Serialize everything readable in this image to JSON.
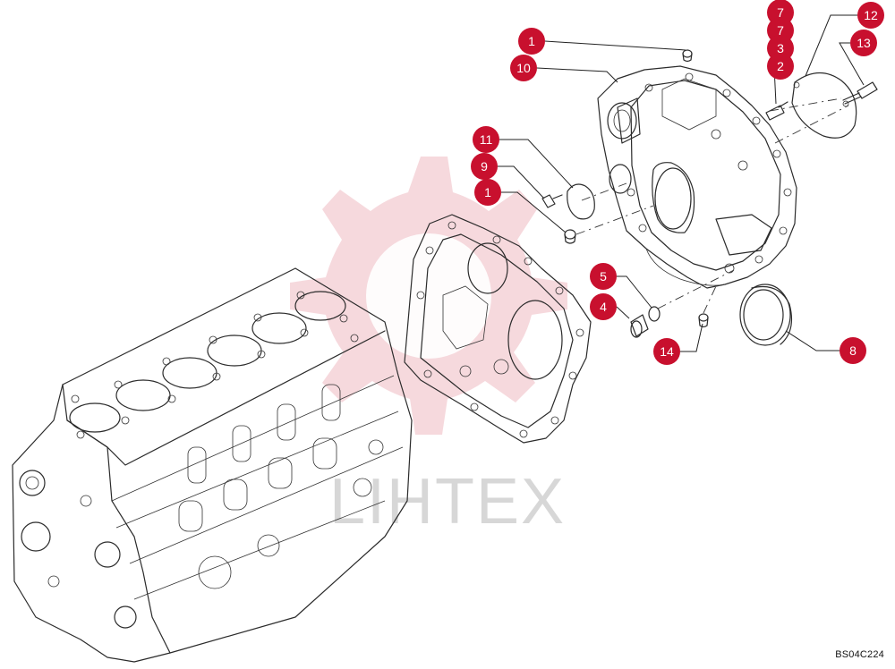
{
  "watermark": {
    "text": "LIHTEX",
    "color": "#c8102e"
  },
  "diagram_code": "BS04C224",
  "accent_color": "#c8102e",
  "callouts": [
    {
      "id": "c1a",
      "label": "1"
    },
    {
      "id": "c10",
      "label": "10"
    },
    {
      "id": "c7a",
      "label": "7"
    },
    {
      "id": "c7b",
      "label": "7"
    },
    {
      "id": "c3",
      "label": "3"
    },
    {
      "id": "c2",
      "label": "2"
    },
    {
      "id": "c12",
      "label": "12"
    },
    {
      "id": "c13",
      "label": "13"
    },
    {
      "id": "c11",
      "label": "11"
    },
    {
      "id": "c9",
      "label": "9"
    },
    {
      "id": "c1b",
      "label": "1"
    },
    {
      "id": "c5",
      "label": "5"
    },
    {
      "id": "c4",
      "label": "4"
    },
    {
      "id": "c14",
      "label": "14"
    },
    {
      "id": "c8",
      "label": "8"
    }
  ]
}
